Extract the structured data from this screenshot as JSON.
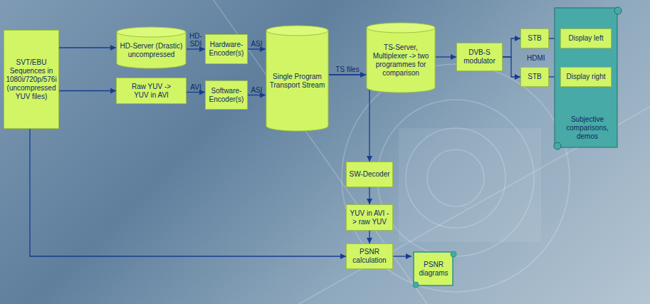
{
  "diagram": {
    "nodes": [
      {
        "text": [
          "SVT/EBU Sequences in 1080i/720p/576i (uncompressed YUV files)"
        ]
      },
      {
        "text": [
          "HD-Server (Drastic) uncompressed"
        ]
      },
      {
        "text": [
          "Hardware-Encoder(s)"
        ]
      },
      {
        "text": [
          "Raw YUV -> YUV in AVI"
        ]
      },
      {
        "text": [
          "Software-Encoder(s)"
        ]
      },
      {
        "text": [
          "Single Program Transport Stream"
        ]
      },
      {
        "text": [
          "TS-Server, Multiplexer -> two programmes for comparison"
        ]
      },
      {
        "text": [
          "DVB-S modulator"
        ]
      },
      {
        "text": [
          "STB"
        ]
      },
      {
        "text": [
          "STB"
        ]
      },
      {
        "text": [
          "Subjective comparisons, demos"
        ]
      },
      {
        "text": [
          "Display left"
        ],
        "in": 10
      },
      {
        "text": [
          "Display right"
        ],
        "in": 10
      },
      {
        "text": [
          "SW-Decoder"
        ]
      },
      {
        "text": [
          "YUV in AVI -> raw YUV"
        ]
      },
      {
        "text": [
          "PSNR calculation"
        ]
      },
      {
        "text": [
          "PSNR diagrams"
        ]
      }
    ],
    "edges": [
      {
        "from": 0,
        "to": 1,
        "arrow": "to"
      },
      {
        "from": 1,
        "to": 2,
        "label": "HD-SDI",
        "arrow": "to"
      },
      {
        "from": 2,
        "to": 5,
        "label": "ASI",
        "arrow": "to"
      },
      {
        "from": 0,
        "to": 3,
        "arrow": "to"
      },
      {
        "from": 3,
        "to": 4,
        "label": "AVI",
        "arrow": "to"
      },
      {
        "from": 4,
        "to": 5,
        "label": "ASI",
        "arrow": "to"
      },
      {
        "from": 5,
        "to": 6,
        "label": "TS files",
        "arrow": "to"
      },
      {
        "from": 5,
        "to": 13,
        "arrow": "to"
      },
      {
        "from": 6,
        "to": 7,
        "arrow": "to"
      },
      {
        "from": 7,
        "to": 8,
        "arrow": "to"
      },
      {
        "from": 7,
        "to": 9,
        "arrow": "to"
      },
      {
        "from": 8,
        "to": 11,
        "arrow": "to"
      },
      {
        "from": 9,
        "to": 12,
        "arrow": "to"
      },
      {
        "from": 13,
        "to": 14,
        "arrow": "to"
      },
      {
        "from": 14,
        "to": 15,
        "arrow": "to"
      },
      {
        "from": 15,
        "to": 16,
        "arrow": "to"
      },
      {
        "from": 0,
        "to": 15,
        "arrow": "to"
      }
    ],
    "labels": [
      "HDMI"
    ]
  }
}
